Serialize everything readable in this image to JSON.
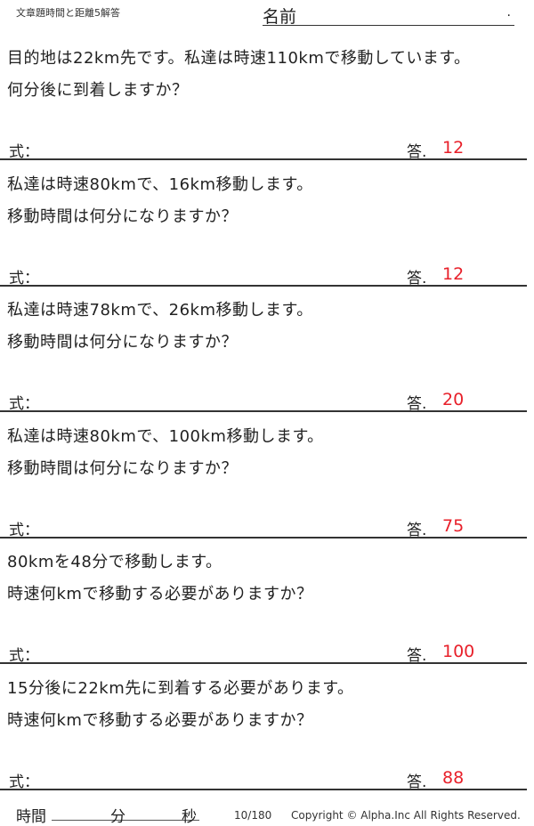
{
  "header": {
    "title": "文章題時間と距離5解答",
    "name_label": "名前",
    "name_dot": "."
  },
  "labels": {
    "formula": "式：",
    "answer": "答."
  },
  "problems": [
    {
      "line1": "目的地は22km先です。私達は時速110kmで移動しています。",
      "line2": "何分後に到着しますか？",
      "answer": "12"
    },
    {
      "line1": "私達は時速80kmで、16km移動します。",
      "line2": "移動時間は何分になりますか？",
      "answer": "12"
    },
    {
      "line1": "私達は時速78kmで、26km移動します。",
      "line2": "移動時間は何分になりますか？",
      "answer": "20"
    },
    {
      "line1": "私達は時速80kmで、100km移動します。",
      "line2": "移動時間は何分になりますか？",
      "answer": "75"
    },
    {
      "line1": "80kmを48分で移動します。",
      "line2": "時速何kmで移動する必要がありますか？",
      "answer": "100"
    },
    {
      "line1": "15分後に22km先に到着する必要があります。",
      "line2": "時速何kmで移動する必要がありますか？",
      "answer": "88"
    }
  ],
  "footer": {
    "time_label": "時間",
    "minutes": "分",
    "seconds": "秒",
    "page": "10/180",
    "copyright": "Copyright ©  Alpha.Inc All Rights Reserved."
  }
}
